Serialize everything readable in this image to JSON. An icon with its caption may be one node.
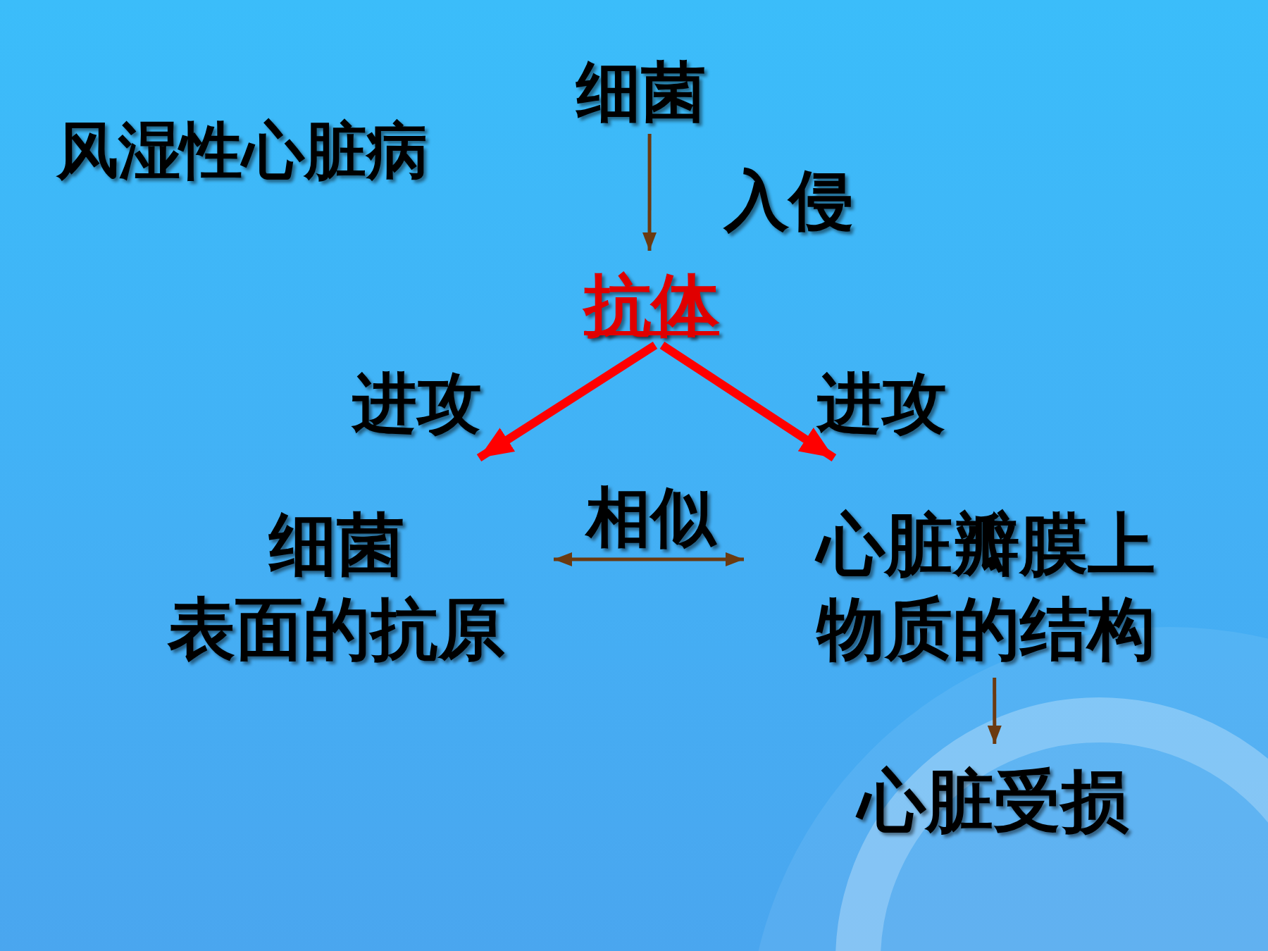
{
  "diagram": {
    "title": "风湿性心脏病",
    "nodes": [
      {
        "text": [
          "细菌"
        ]
      },
      {
        "text": [
          "抗体"
        ]
      },
      {
        "text": [
          "细菌表面的抗原"
        ]
      },
      {
        "text": [
          "心脏瓣膜上物质的结构"
        ]
      },
      {
        "text": [
          "心脏受损"
        ]
      }
    ],
    "edges": [
      {
        "from": 0,
        "to": 1,
        "arrow": "to",
        "label": "入侵"
      },
      {
        "from": 1,
        "to": 2,
        "arrow": "to",
        "label": "进攻",
        "style": "thick",
        "color": "#ff0000"
      },
      {
        "from": 1,
        "to": 3,
        "arrow": "to",
        "label": "进攻",
        "style": "thick",
        "color": "#ff0000"
      },
      {
        "from": 2,
        "to": 3,
        "arrow": "both",
        "label": "相似"
      },
      {
        "from": 3,
        "to": 4,
        "arrow": "to"
      }
    ]
  }
}
